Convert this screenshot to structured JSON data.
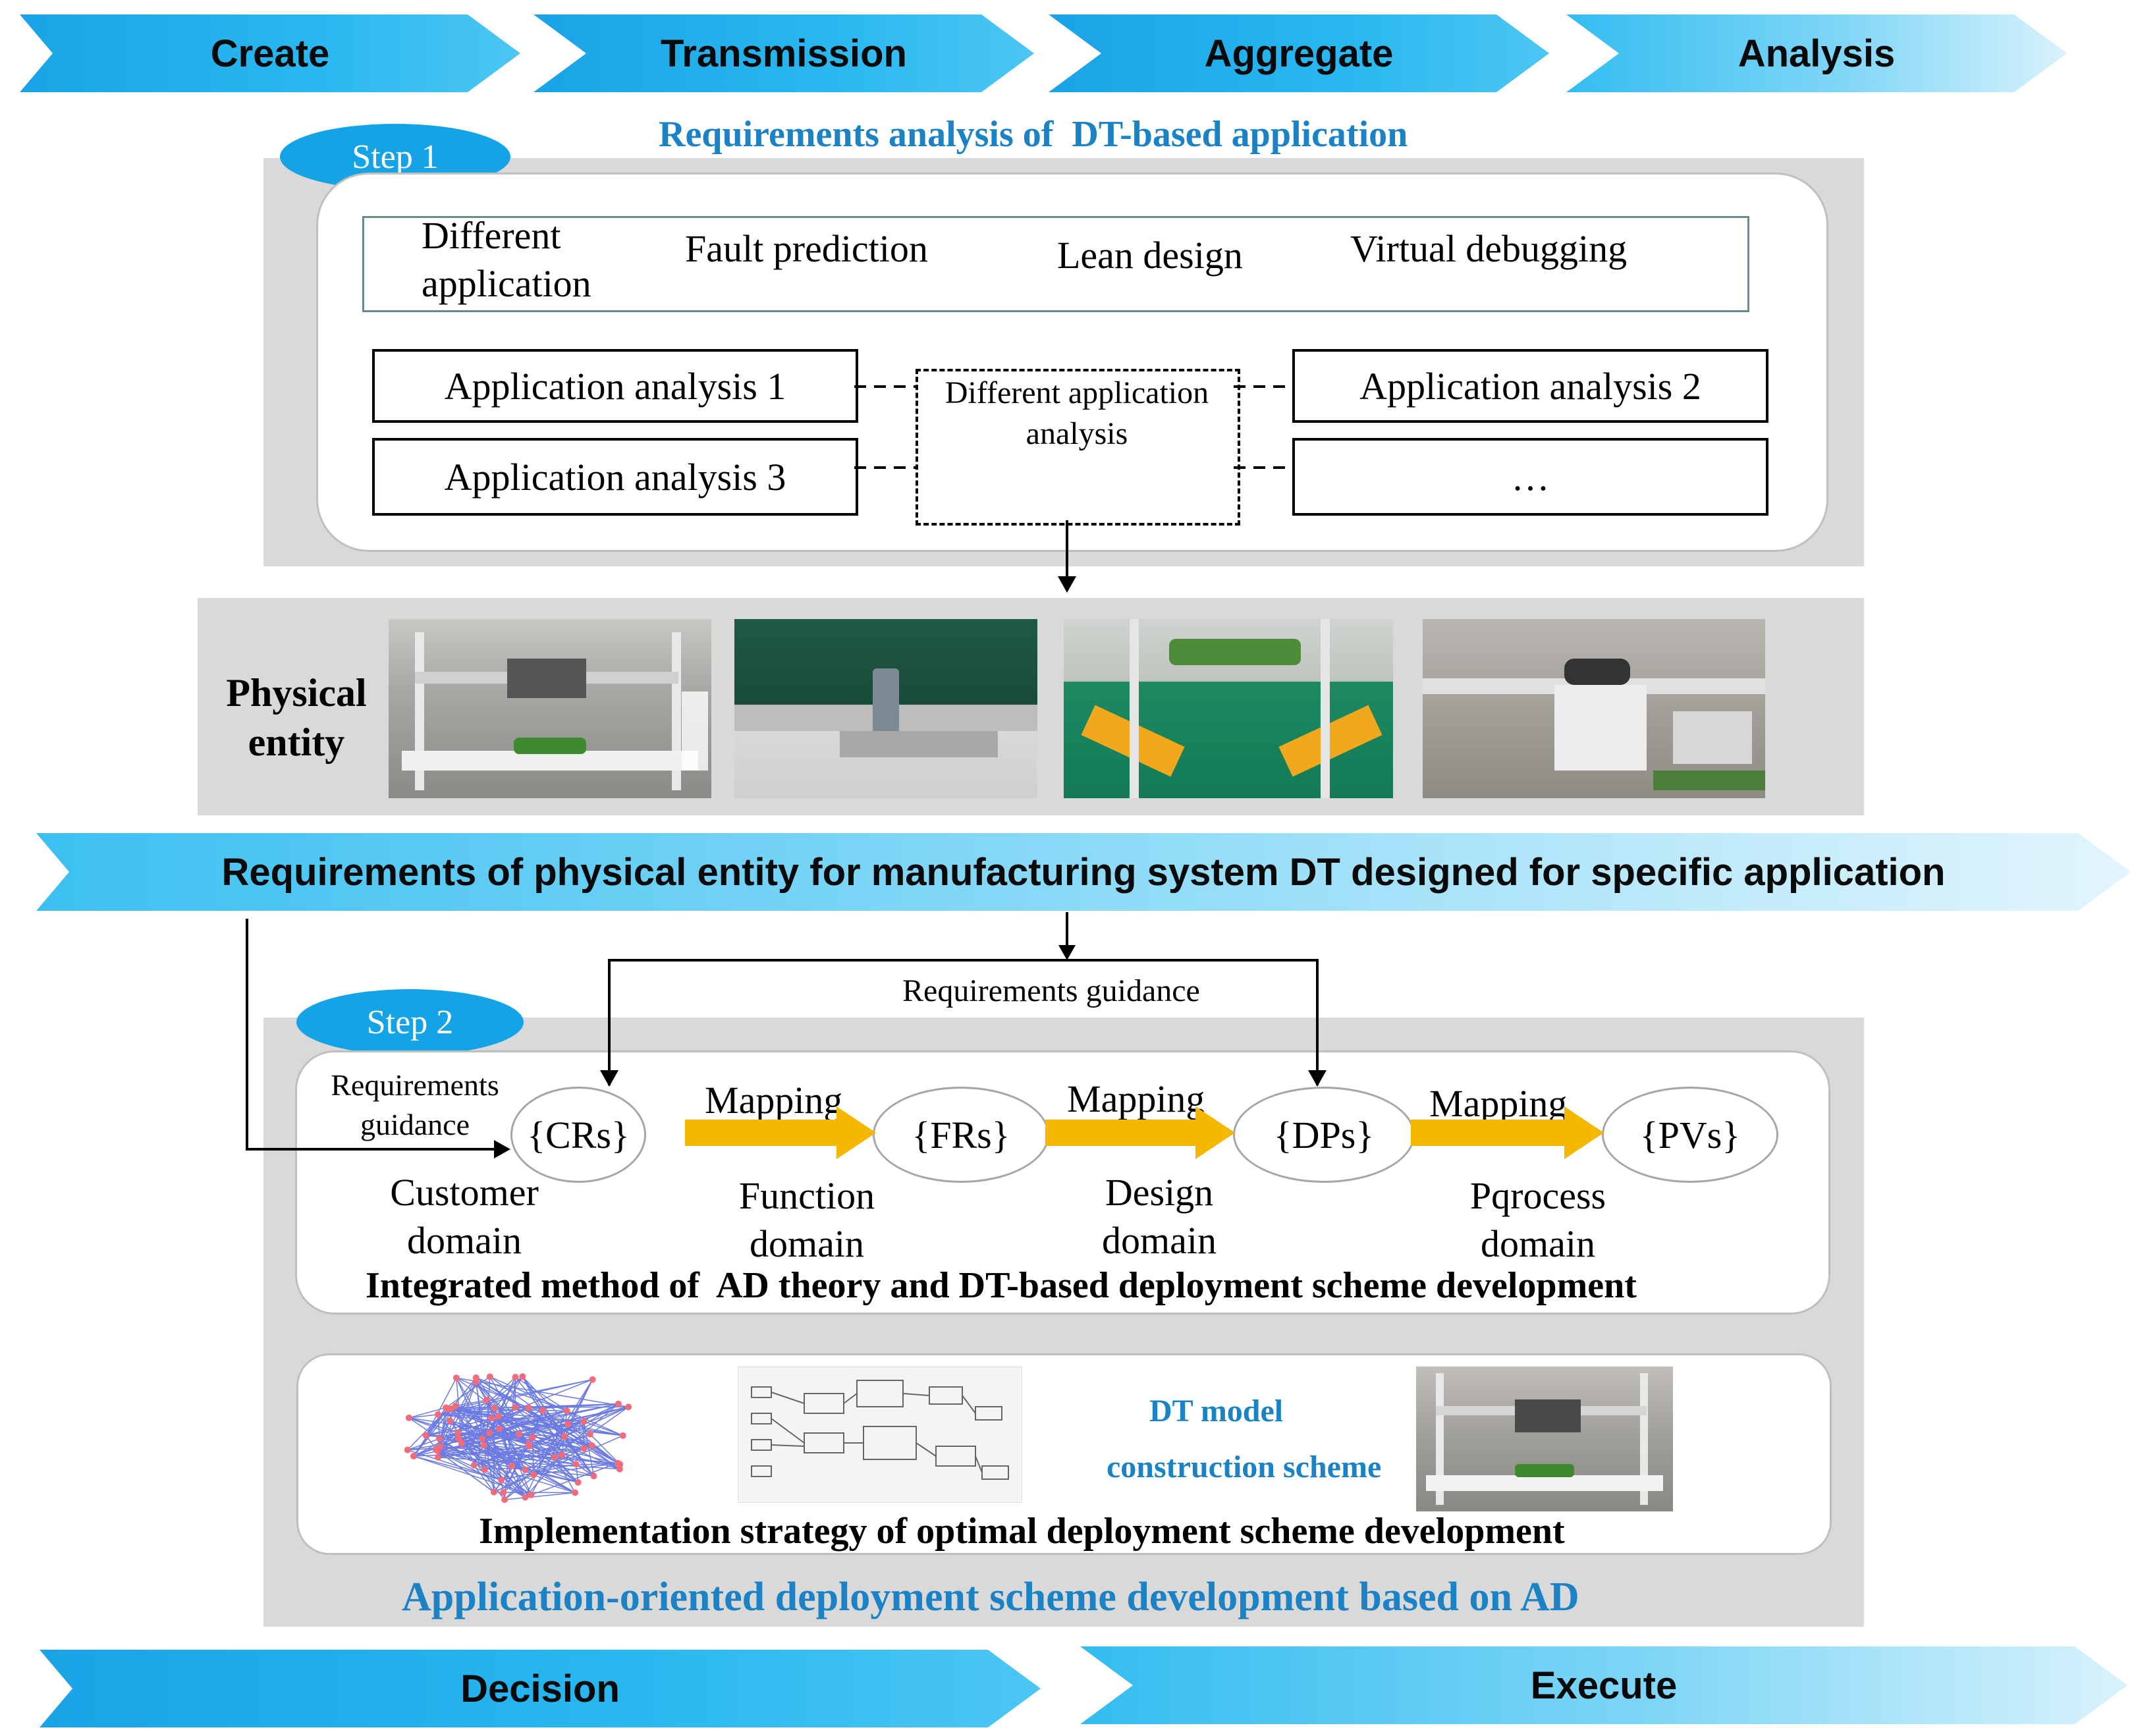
{
  "top_stages": [
    "Create",
    "Transmission",
    "Aggregate",
    "Analysis"
  ],
  "step1": {
    "badge": "Step 1",
    "title": "Requirements analysis of  DT-based application",
    "app_row": {
      "label": "Different application",
      "items": [
        "Fault prediction",
        "Lean design",
        "Virtual debugging"
      ]
    },
    "analysis_boxes": [
      "Application analysis 1",
      "Application analysis 2",
      "Application analysis 3",
      "…"
    ],
    "center_box": "Different application analysis"
  },
  "physical_entity_label": "Physical entity",
  "requirements_banner": "Requirements of physical entity for manufacturing system DT designed for specific application",
  "step2": {
    "badge": "Step 2",
    "guidance_top": "Requirements guidance",
    "guidance_left": "Requirements guidance",
    "domains": [
      {
        "node": "{CRs}",
        "label": "Customer domain"
      },
      {
        "node": "{FRs}",
        "label": "Function domain"
      },
      {
        "node": "{DPs}",
        "label": "Design domain"
      },
      {
        "node": "{PVs}",
        "label": "Pqrocess domain"
      }
    ],
    "mapping_label": "Mapping",
    "integrated_title": "Integrated method of  AD theory and DT-based deployment scheme development",
    "dt_model_label_1": "DT model",
    "dt_model_label_2": "construction scheme",
    "implementation_title": "Implementation strategy of optimal deployment scheme development",
    "section_title": "Application-oriented deployment scheme development based on AD"
  },
  "bottom_stages": [
    "Decision",
    "Execute"
  ],
  "colors": {
    "accent_blue": "#1aa3e6",
    "title_blue": "#1b82c6",
    "mapping_arrow": "#f5b800",
    "panel_gray": "#d9d9d9"
  }
}
